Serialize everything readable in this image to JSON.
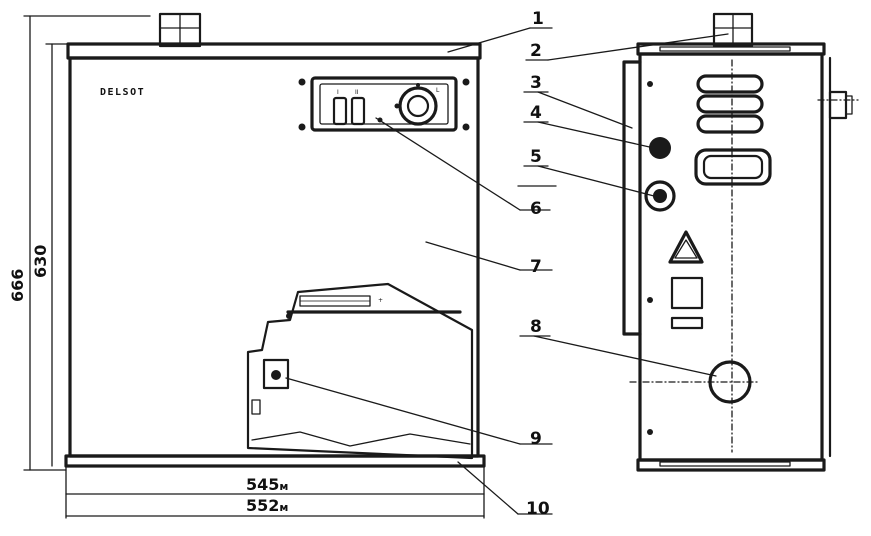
{
  "brand_label": "DELSOT",
  "dimensions": {
    "height_outer": "666",
    "height_inner": "630",
    "width_inner": "545",
    "width_outer": "552",
    "unit_suffix": "м"
  },
  "panel_marks": {
    "left": "I",
    "middle": "II",
    "right": "L"
  },
  "callouts": [
    "1",
    "2",
    "3",
    "4",
    "5",
    "6",
    "7",
    "8",
    "9",
    "10"
  ]
}
